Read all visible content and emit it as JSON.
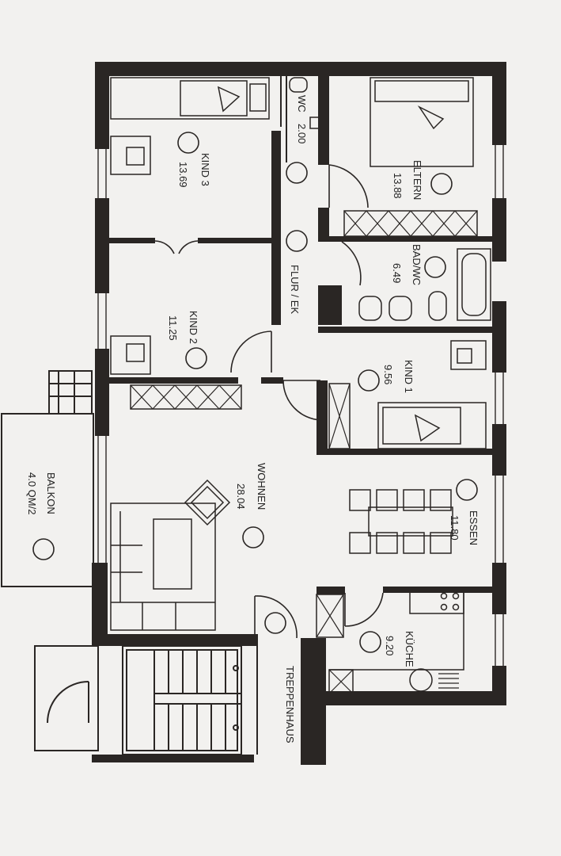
{
  "rooms": {
    "kind3": {
      "name": "KIND 3",
      "area": "13.69"
    },
    "wc": {
      "name": "WC",
      "area": "2.00"
    },
    "eltern": {
      "name": "ELTERN",
      "area": "13.88"
    },
    "flur": {
      "name": "FLUR / EK"
    },
    "bad": {
      "name": "BAD/WC",
      "area": "6.49"
    },
    "kind2": {
      "name": "KIND 2",
      "area": "11.25"
    },
    "kind1": {
      "name": "KIND 1",
      "area": "9.56"
    },
    "wohnen": {
      "name": "WOHNEN",
      "area": "28.04"
    },
    "essen": {
      "name": "ESSEN",
      "area": "11.80"
    },
    "kueche": {
      "name": "KÜCHE",
      "area": "9.20"
    },
    "balkon": {
      "name": "BALKON",
      "area": "4.0 QM/2"
    },
    "treppenhaus": {
      "name": "TREPPENHAUS"
    }
  },
  "colors": {
    "wall": "#2a2624",
    "paper": "#f4f3f1",
    "line": "#3a3634"
  }
}
